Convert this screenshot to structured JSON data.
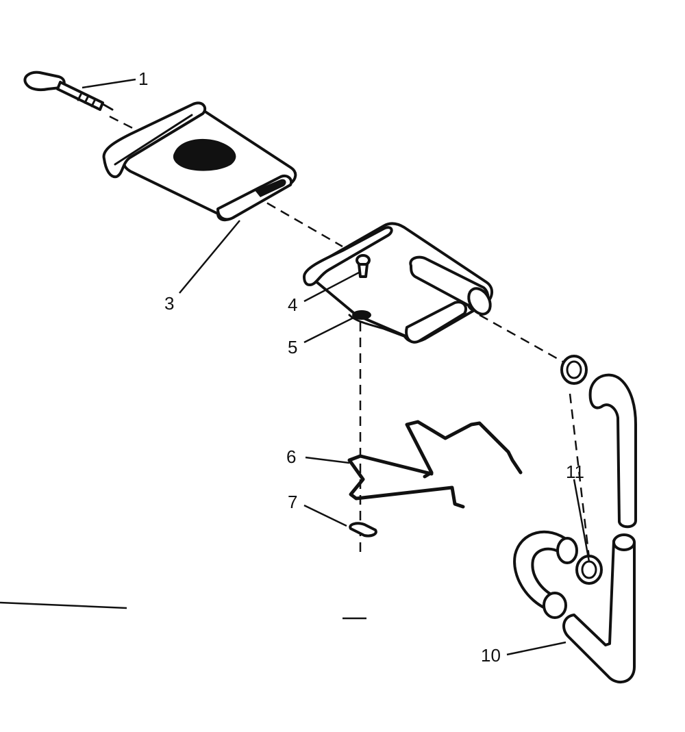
{
  "callouts": {
    "c1": "1",
    "c3": "3",
    "c4": "4",
    "c5": "5",
    "c6": "6",
    "c7": "7",
    "c10": "10",
    "c11": "11"
  },
  "colors": {
    "ink": "#111111",
    "paper": "#ffffff"
  }
}
